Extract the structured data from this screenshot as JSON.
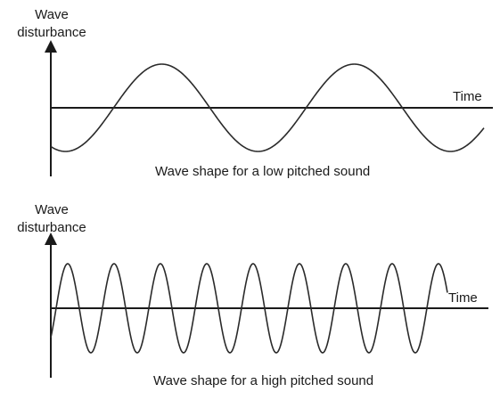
{
  "colors": {
    "line": "#1a1a1a",
    "wave": "#2a2a2a",
    "background": "#ffffff"
  },
  "panels": [
    {
      "id": "low",
      "y_label_line1": "Wave",
      "y_label_line2": "disturbance",
      "x_label": "Time",
      "caption": "Wave shape for a low pitched sound",
      "cycles_shown": 2.25,
      "phase": "starts-at-trough"
    },
    {
      "id": "high",
      "y_label_line1": "Wave",
      "y_label_line2": "disturbance",
      "x_label": "Time",
      "caption": "Wave shape for a high pitched sound",
      "cycles_shown": 8.6,
      "phase": "starts-below-axis"
    }
  ]
}
